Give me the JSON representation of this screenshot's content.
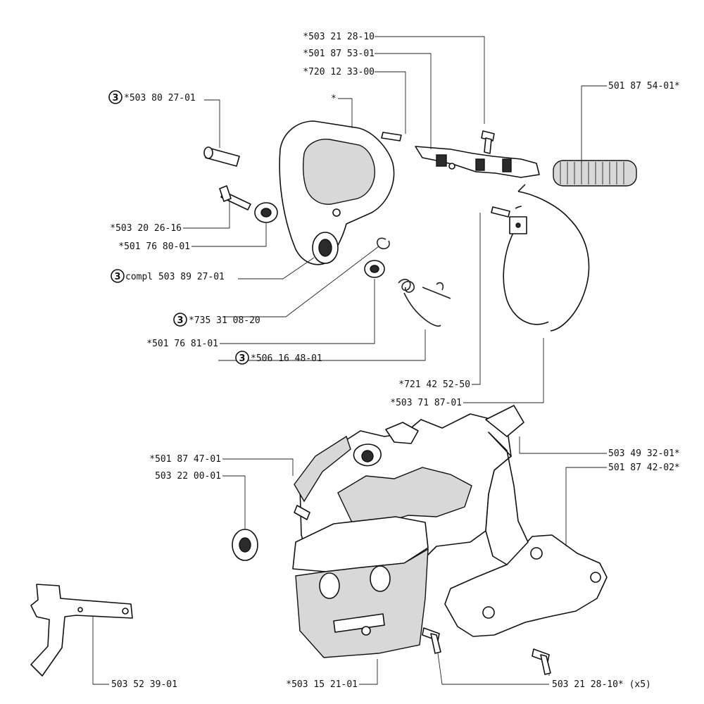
{
  "callout_number": "3",
  "labels": {
    "l1": "*503 21 28-10",
    "l2": "*501 87 53-01",
    "l3": "*720 12 33-00",
    "l4": "501 87 54-01*",
    "l5": "*503 80 27-01",
    "l6": "*",
    "l7": "*503 20 26-16",
    "l8": "*501 76 80-01",
    "l9": "compl 503 89 27-01",
    "l10": "*735 31 08-20",
    "l11": "*501 76 81-01",
    "l12": "*506 16 48-01",
    "l13": "*721 42 52-50",
    "l14": "*503 71 87-01",
    "l15": "*501 87 47-01",
    "l16": "503 22 00-01",
    "l17": "503 49 32-01*",
    "l18": "501 87 42-02*",
    "l19": "503 52 39-01",
    "l20": "*503 15 21-01",
    "l21": "503 21 28-10* (x5)"
  }
}
